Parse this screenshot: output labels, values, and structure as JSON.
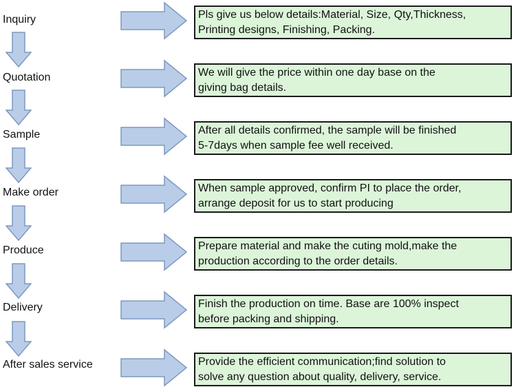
{
  "colors": {
    "arrow_fill": "#b9cde8",
    "arrow_stroke": "#7d98bf",
    "box_fill": "#dcf5d9",
    "box_border": "#1a1a1a"
  },
  "icons": {
    "connector": "right-arrow-icon",
    "flow": "down-arrow-icon"
  },
  "steps": [
    {
      "label": "Inquiry",
      "lines": [
        "Pls give us below details:Material, Size, Qty,Thickness,",
        "Printing designs, Finishing, Packing."
      ]
    },
    {
      "label": "Quotation",
      "lines": [
        "We will give the price within one day base on the",
        "giving bag details."
      ]
    },
    {
      "label": "Sample",
      "lines": [
        "After all details confirmed, the sample will be finished",
        "5-7days when sample fee well received."
      ]
    },
    {
      "label": "Make order",
      "lines": [
        "When sample approved, confirm PI to place the order,",
        "arrange deposit for us to start producing"
      ]
    },
    {
      "label": "Produce",
      "lines": [
        "Prepare material and make the cuting mold,make the",
        "production according to the order details."
      ]
    },
    {
      "label": "Delivery",
      "lines": [
        "Finish the production on time. Base are 100% inspect",
        "before packing and shipping."
      ]
    },
    {
      "label": "After sales service",
      "lines": [
        "Provide the efficient communication;find solution to",
        "solve any question about quality, delivery, service."
      ]
    }
  ]
}
